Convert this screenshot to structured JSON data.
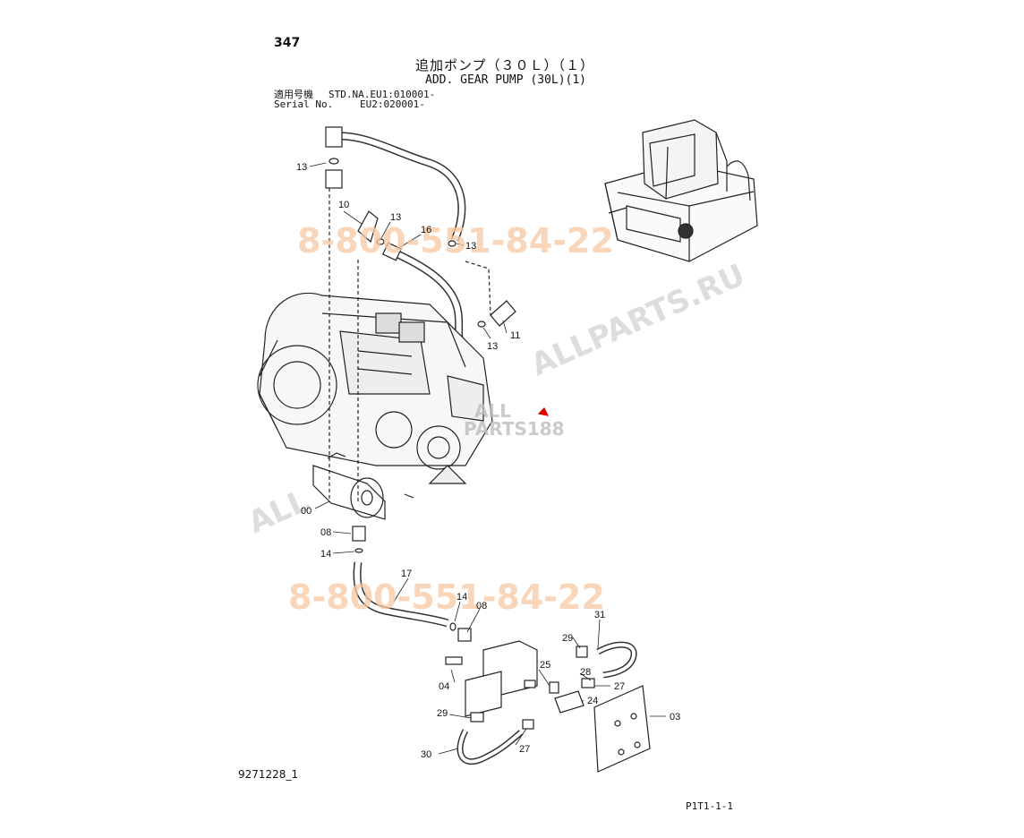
{
  "header": {
    "page_number": "347",
    "title_jp": "追加ポンプ（３０Ｌ）（１）",
    "title_en": "ADD. GEAR PUMP (30L)(1)",
    "serial_label_jp": "適用号機",
    "serial_label_en": "Serial No.",
    "serial_line1": "STD.NA.EU1:010001-",
    "serial_line2": "EU2:020001-"
  },
  "footer": {
    "doc_id": "9271228_1",
    "page_ref": "P1T1-1-1"
  },
  "watermarks": {
    "phone_top": "8-800-551-84-22",
    "phone_bottom": "8-800-551-84-22",
    "site": "ALLPARTS.RU",
    "logo_line1": "ALL",
    "logo_line2": "PARTS188"
  },
  "callouts": {
    "c13a": "13",
    "c10": "10",
    "c13b": "13",
    "c16": "16",
    "c13c": "13",
    "c13d": "13",
    "c11": "11",
    "c00": "00",
    "c08a": "08",
    "c14a": "14",
    "c17": "17",
    "c14b": "14",
    "c08b": "08",
    "c31": "31",
    "c29a": "29",
    "c25": "25",
    "c28": "28",
    "c27a": "27",
    "c24": "24",
    "c04": "04",
    "c03": "03",
    "c29b": "29",
    "c27b": "27",
    "c30": "30"
  }
}
